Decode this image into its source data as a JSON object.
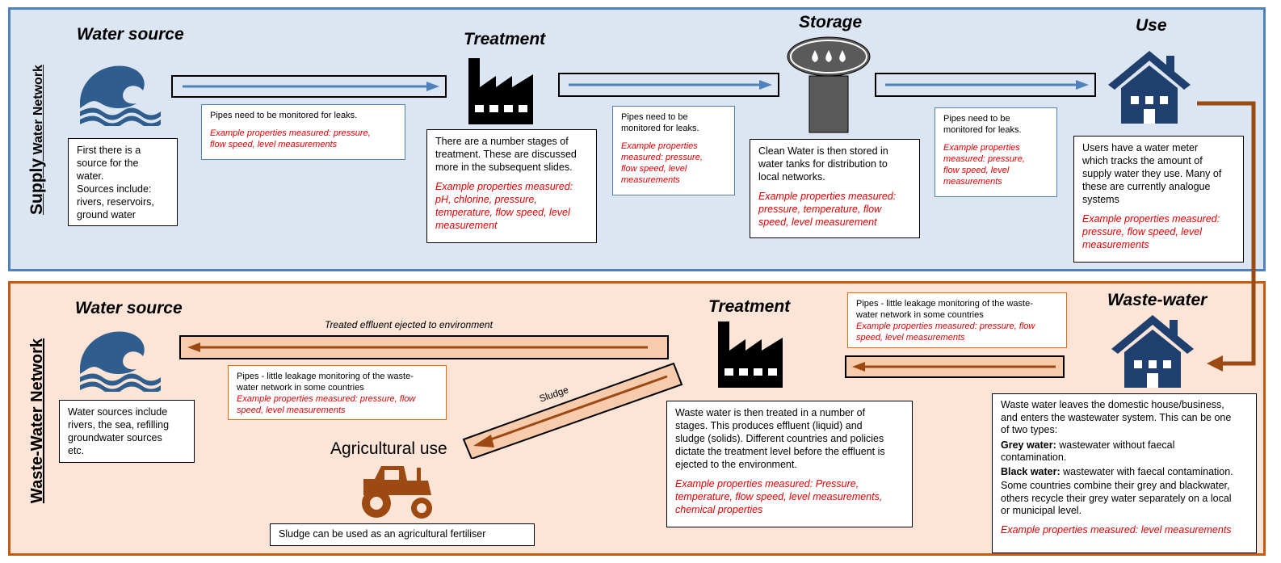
{
  "colors": {
    "supply_bg": "#dce6f2",
    "supply_border": "#4f81bd",
    "waste_bg": "#fce4d6",
    "waste_border": "#c55a11",
    "blue_icon": "#2e5d8e",
    "brown_icon": "#9c4a12",
    "black_icon": "#000000",
    "red_text": "#e00000"
  },
  "supply": {
    "side_label_big": "Supply",
    "side_label_small": "Water Network",
    "water_source": {
      "heading": "Water source",
      "icon": "wave-icon",
      "text_lines": [
        "First there is a",
        "source for the",
        "water.",
        "Sources include:",
        "rivers, reservoirs,",
        "ground water"
      ]
    },
    "pipe1": {
      "line1": "Pipes need to be monitored for leaks.",
      "example": [
        "Example properties measured: pressure,",
        "flow speed, level measurements"
      ]
    },
    "treatment": {
      "heading": "Treatment",
      "icon": "factory-icon",
      "text_lines": [
        "There are a number stages of",
        "treatment. These are discussed",
        "more in the subsequent slides."
      ],
      "example": [
        "Example properties measured:",
        "pH, chlorine, pressure,",
        "temperature, flow speed, level",
        "measurement"
      ]
    },
    "pipe2": {
      "lines": [
        "Pipes need to be",
        "monitored for leaks."
      ],
      "example": [
        "Example properties",
        "measured: pressure,",
        "flow speed, level",
        "measurements"
      ]
    },
    "storage": {
      "heading": "Storage",
      "icon": "water-tower-icon",
      "text_lines": [
        "Clean Water is then stored in",
        "water tanks for distribution to",
        "local networks."
      ],
      "example": [
        "Example properties measured:",
        "pressure, temperature, flow",
        "speed, level measurement"
      ]
    },
    "pipe3": {
      "lines": [
        "Pipes need to be",
        "monitored for leaks."
      ],
      "example": [
        "Example properties",
        "measured: pressure,",
        "flow speed, level",
        "measurements"
      ]
    },
    "use": {
      "heading": "Use",
      "icon": "house-icon",
      "text_lines": [
        "Users have a water meter",
        "which tracks the amount of",
        "supply water they use. Many of",
        "these are currently analogue",
        "systems"
      ],
      "example": [
        "Example properties measured:",
        "pressure, flow speed, level",
        "measurements"
      ]
    }
  },
  "waste": {
    "side_label": "Waste-Water Network",
    "water_source": {
      "heading": "Water source",
      "icon": "wave-icon",
      "text_lines": [
        "Water sources include",
        "rivers, the sea, refilling",
        "groundwater sources",
        "etc."
      ]
    },
    "effluent_label": "Treated effluent ejected to environment",
    "effluent_pipe": {
      "lines": [
        "Pipes - little leakage monitoring of the waste-",
        "water network in some countries"
      ],
      "example": [
        "Example properties measured: pressure, flow",
        "speed, level measurements"
      ]
    },
    "sludge_label": "Sludge",
    "agricultural": {
      "heading": "Agricultural use",
      "icon": "tractor-icon",
      "text": "Sludge can be used as an agricultural fertiliser"
    },
    "treatment": {
      "heading": "Treatment",
      "icon": "factory-icon",
      "text_lines": [
        "Waste water is then treated in a number of",
        "stages. This produces effluent (liquid) and",
        "sludge (solids). Different countries and policies",
        "dictate the treatment level before the effluent is",
        "ejected to the environment."
      ],
      "example": [
        "Example properties measured: Pressure,",
        "temperature, flow speed, level measurements,",
        "chemical properties"
      ]
    },
    "inflow_pipe": {
      "lines": [
        "Pipes - little leakage monitoring of the waste-",
        "water network in some countries"
      ],
      "example": [
        "Example properties measured: pressure, flow",
        "speed, level measurements"
      ]
    },
    "wastewater": {
      "heading": "Waste-water",
      "icon": "house-icon",
      "intro": [
        "Waste water leaves the domestic house/business,",
        "and enters the wastewater system. This can be one",
        "of two types:"
      ],
      "grey_term": "Grey water:",
      "grey_desc": " wastewater without faecal",
      "grey_desc2": "contamination.",
      "black_term": "Black water:",
      "black_desc": " wastewater with faecal contamination.",
      "outro": [
        "Some countries combine their grey and blackwater,",
        "others recycle their grey water separately on a local",
        "or municipal level."
      ],
      "example": "Example properties measured: level measurements"
    }
  }
}
